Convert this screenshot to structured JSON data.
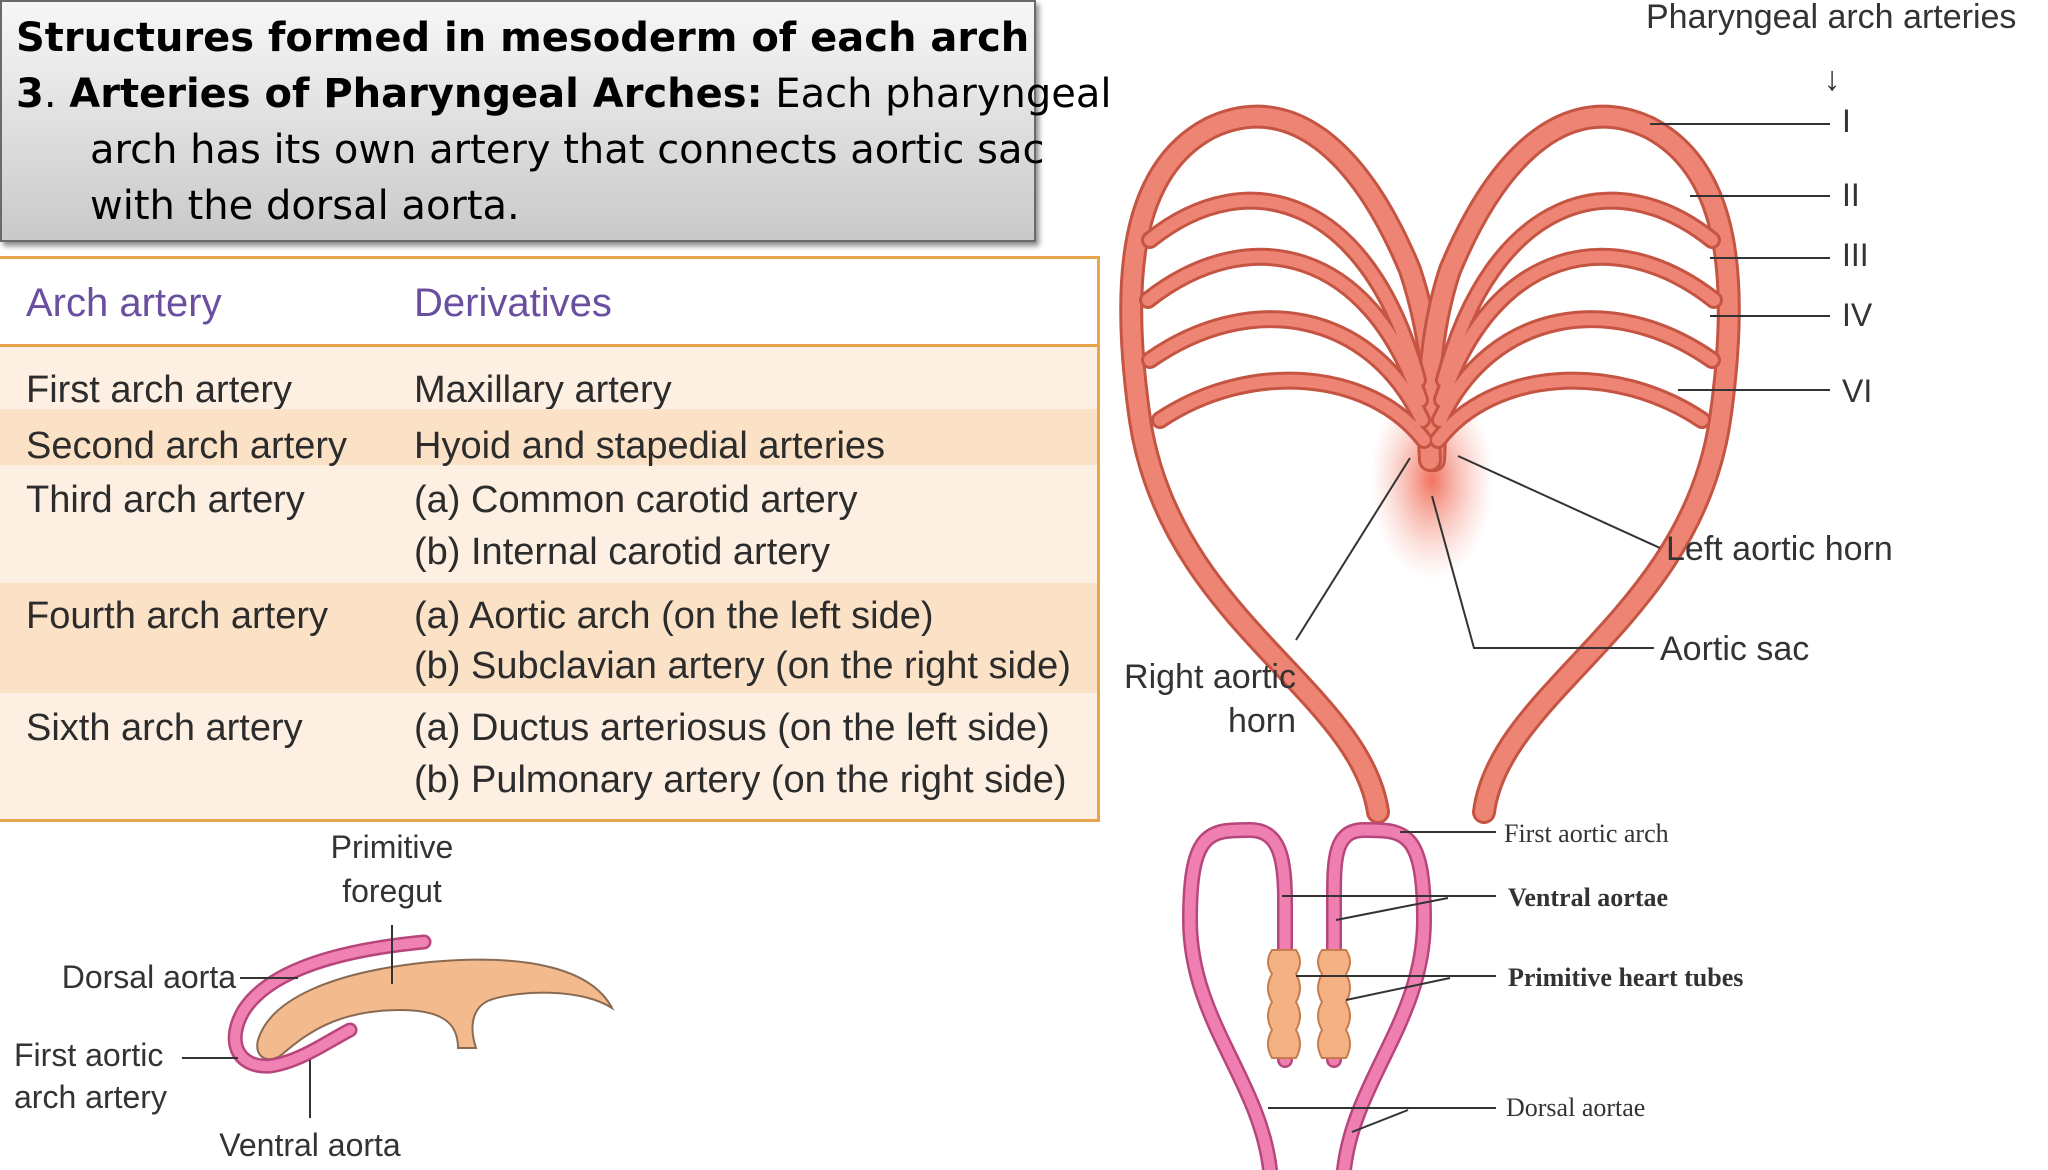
{
  "title": {
    "line1": "Structures formed in mesoderm of each arch",
    "line2_number": "3",
    "line2_sep": ". ",
    "line2_bold": "Arteries of Pharyngeal Arches:",
    "line2_rest": " Each pharyngeal",
    "line3": "arch has its own artery that connects  aortic sac",
    "line4": "with the dorsal aorta."
  },
  "table": {
    "headers": [
      "Arch artery",
      "Derivatives"
    ],
    "rows": [
      {
        "artery": "First arch artery",
        "derivatives": [
          "Maxillary artery"
        ]
      },
      {
        "artery": "Second arch artery",
        "derivatives": [
          "Hyoid and stapedial arteries"
        ]
      },
      {
        "artery": "Third arch artery",
        "derivatives": [
          "(a) Common carotid artery",
          "(b) Internal carotid artery"
        ]
      },
      {
        "artery": "Fourth arch artery",
        "derivatives": [
          "(a) Aortic arch (on the left side)",
          "(b) Subclavian artery (on the right side)"
        ]
      },
      {
        "artery": "Sixth arch artery",
        "derivatives": [
          "(a) Ductus arteriosus (on the left side)",
          "(b) Pulmonary artery (on the right side)"
        ]
      }
    ]
  },
  "left_diagram": {
    "primitive_foregut": [
      "Primitive",
      "foregut"
    ],
    "dorsal_aorta": "Dorsal aorta",
    "first_aortic_arch_artery": [
      "First aortic",
      "arch artery"
    ],
    "ventral_aorta": "Ventral aorta"
  },
  "arch_diagram": {
    "title": "Pharyngeal arch arteries",
    "arrow_glyph": "↓",
    "numerals": [
      "I",
      "II",
      "III",
      "IV",
      "VI"
    ],
    "left_aortic_horn": "Left aortic horn",
    "aortic_sac": "Aortic sac",
    "right_aortic_horn": [
      "Right aortic",
      "horn"
    ]
  },
  "heart_diagram": {
    "first_aortic_arch": "First aortic arch",
    "ventral_aortae": "Ventral aortae",
    "primitive_heart_tubes": "Primitive heart tubes",
    "dorsal_aortae": "Dorsal aortae"
  },
  "colors": {
    "artery": "#ec7f6e",
    "artery_light": "#f6b3a4",
    "pink_vessel": "#e56aa0",
    "heart_tube": "#f3a97c",
    "table_border": "#e8a34d",
    "table_header_text": "#6a4fa0"
  }
}
